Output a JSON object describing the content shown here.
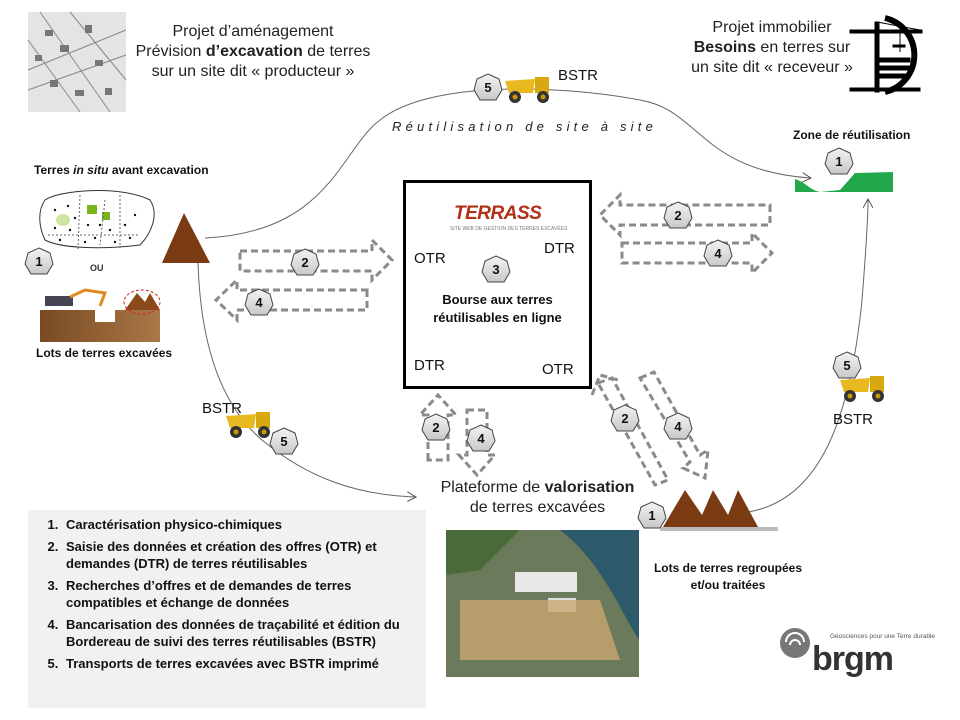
{
  "producer": {
    "line1": "Projet d’aménagement",
    "line2_pre": "Prévision ",
    "line2_bold": "d’excavation",
    "line2_post": " de terres",
    "line3": "sur un site dit « producteur »"
  },
  "receiver": {
    "line1": "Projet immobilier",
    "line2_bold": "Besoins",
    "line2_post": " en terres sur",
    "line3": "un site dit « receveur »"
  },
  "flows": {
    "site_to_site": "Réutilisation de site à site",
    "bstr": "BSTR"
  },
  "left": {
    "insitu_pre": "Terres ",
    "insitu_italic": "in situ",
    "insitu_post": " avant excavation",
    "ou": "OU",
    "lots": "Lots de terres excavées"
  },
  "reuse_zone": "Zone de réutilisation",
  "center": {
    "logo_name": "TERRASS",
    "logo_tagline": "SITE WEB DE GESTION DES TERRES EXCAVÉES",
    "otr": "OTR",
    "dtr": "DTR",
    "title_line1": "Bourse aux terres",
    "title_line2": "réutilisables en ligne"
  },
  "platform": {
    "line1_pre": "Plateforme de ",
    "line1_bold": "valorisation",
    "line2": "de terres excavées",
    "lots_line1": "Lots de terres regroupées",
    "lots_line2": "et/ou traitées"
  },
  "steps": {
    "s1": "1",
    "s2": "2",
    "s3": "3",
    "s4": "4",
    "s5": "5"
  },
  "legend": [
    "Caractérisation physico-chimiques",
    "Saisie des données  et création des offres (OTR) et demandes (DTR) de terres réutilisables",
    "Recherches d’offres et de demandes de terres compatibles et échange de données",
    "Bancarisation des données de traçabilité et édition du Bordereau de suivi des terres réutilisables (BSTR)",
    "Transports de terres excavées avec BSTR imprimé"
  ],
  "brgm": {
    "tagline": "Géosciences pour une Terre durable",
    "name": "brgm"
  },
  "colors": {
    "earth": "#7a3a12",
    "green": "#22a84a",
    "dash": "#8a8a8a",
    "truck": "#e8b820"
  }
}
